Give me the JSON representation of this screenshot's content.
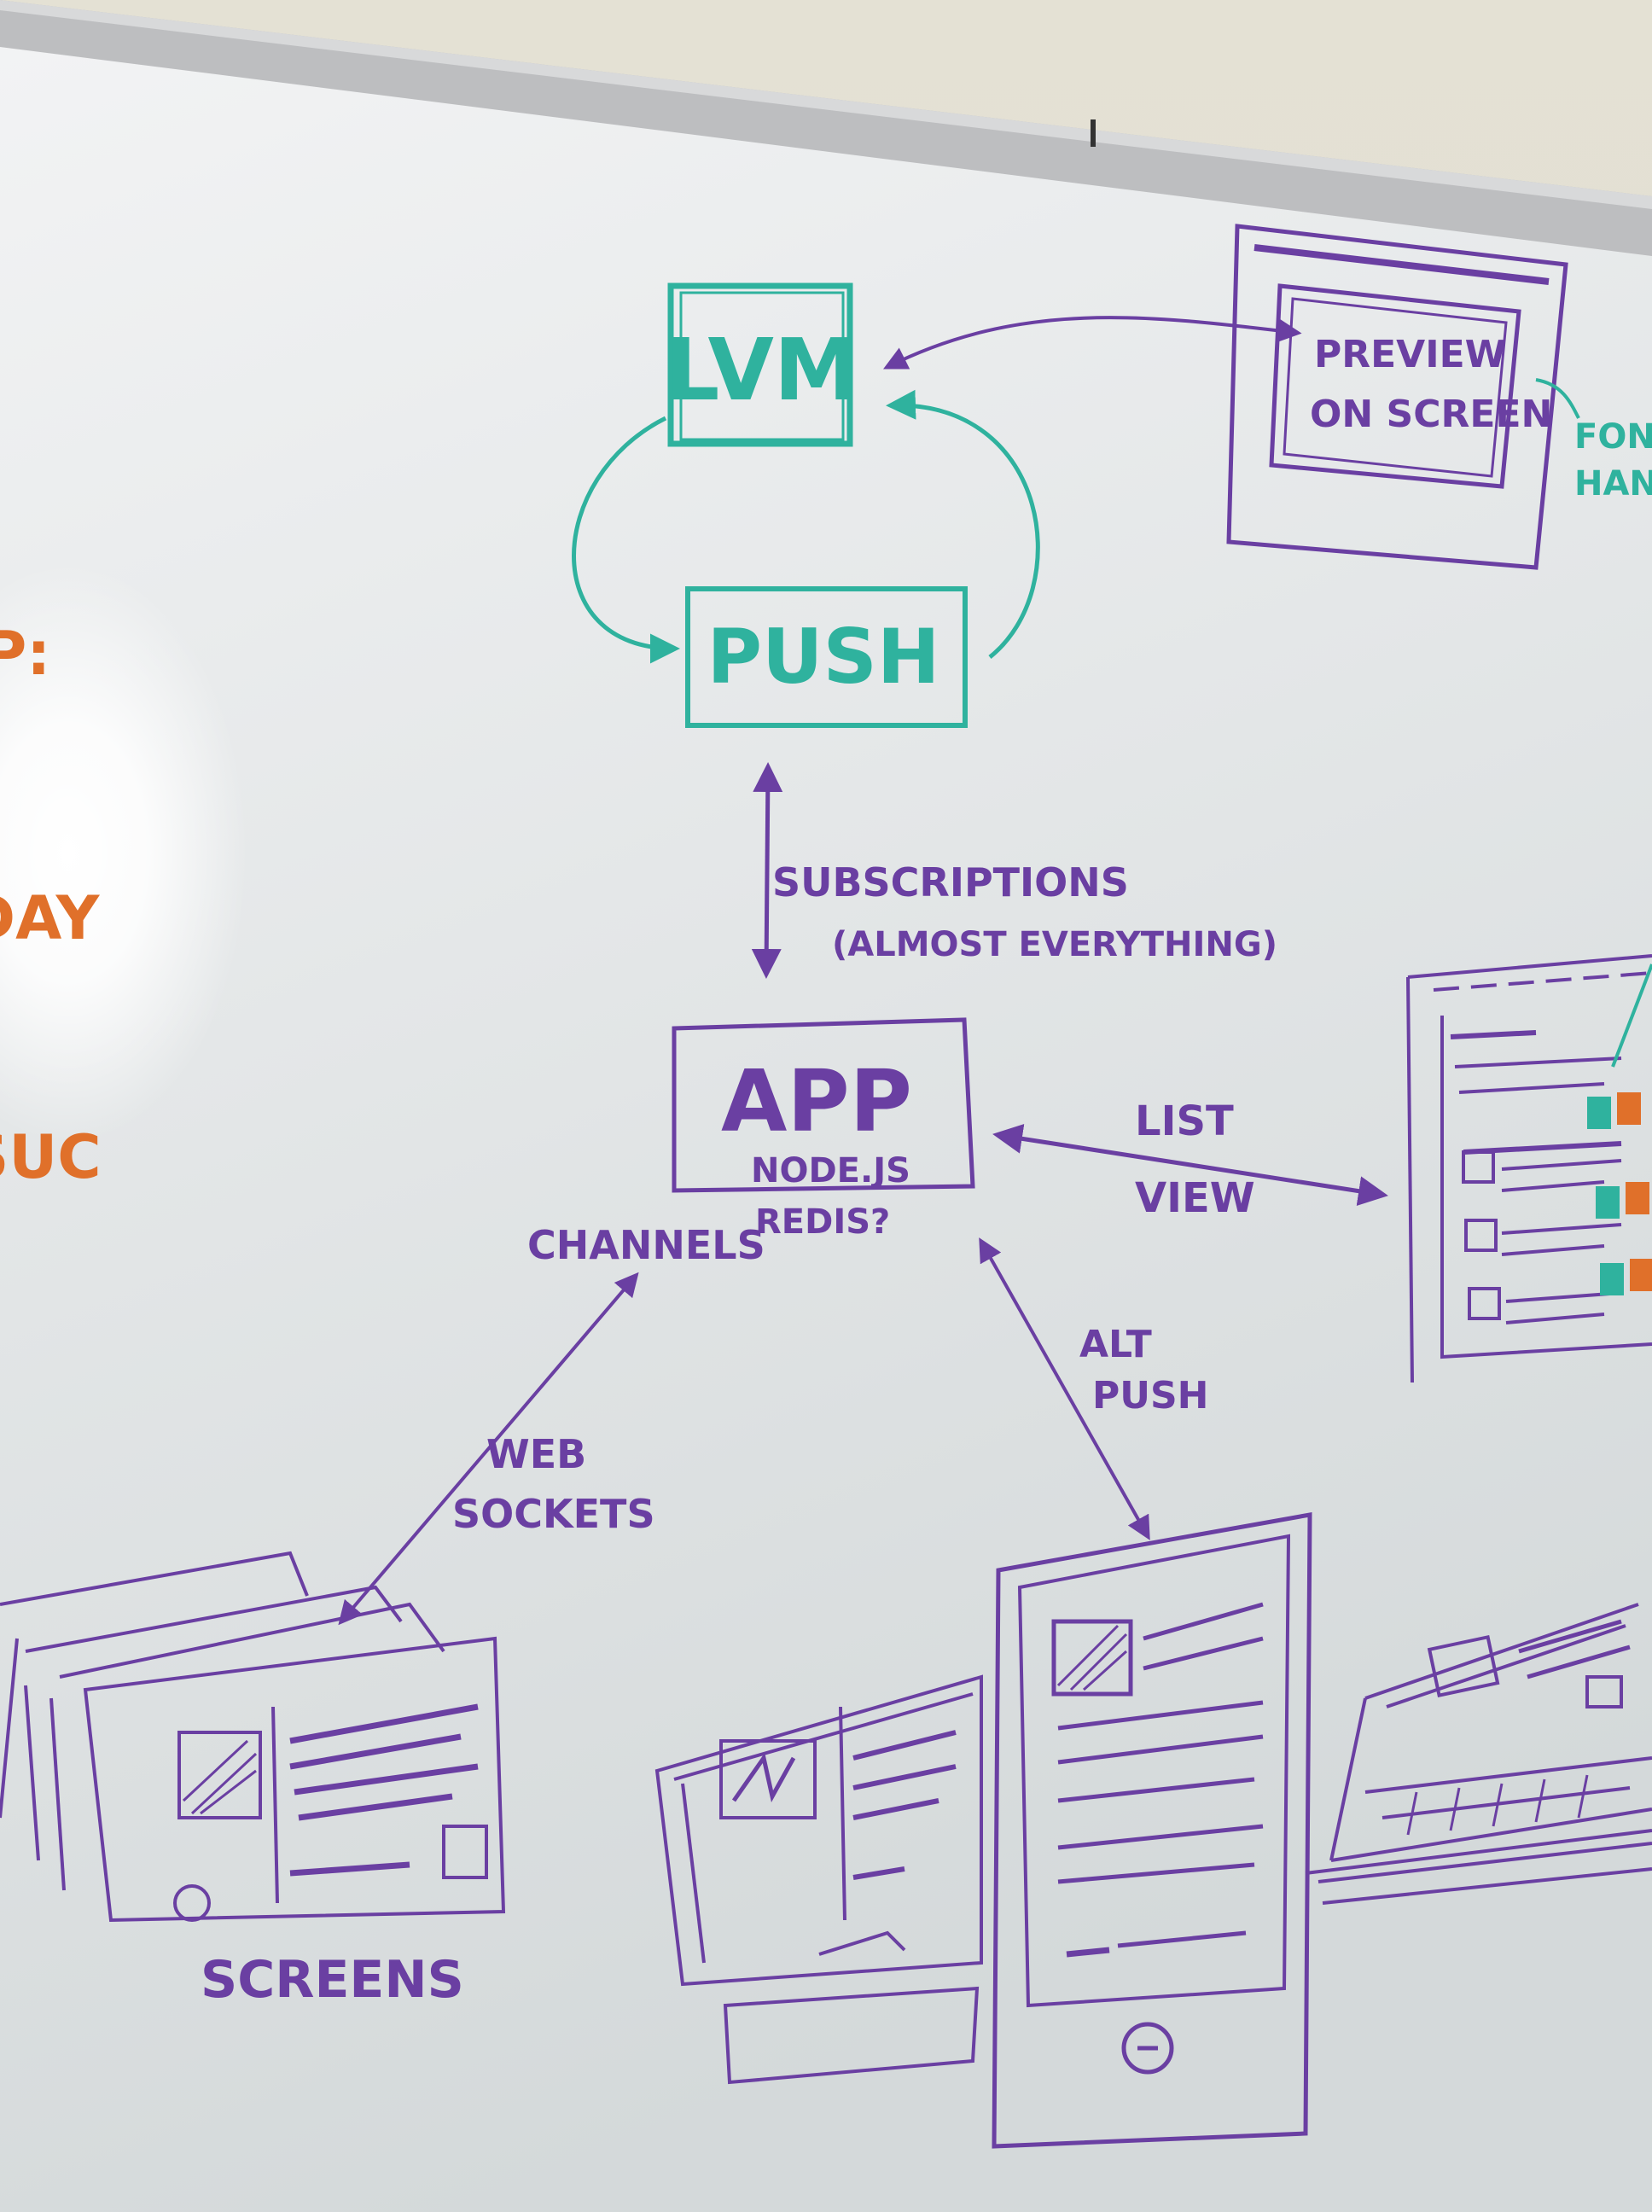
{
  "colors": {
    "purple": "#6a3fa2",
    "teal": "#2fb29e",
    "orange": "#e0702a",
    "board_top": "#f2f3f4",
    "board_bottom": "#d7dcdd",
    "frame": "#b9babc"
  },
  "diagram": {
    "lvm_label": "LVM",
    "push_label": "PUSH",
    "preview_label_line1": "PREVIEW",
    "preview_label_line2": "ON SCREEN",
    "font_note_line1": "FONT",
    "font_note_line2": "HAND",
    "subscriptions_line1": "SUBSCRIPTIONS",
    "subscriptions_line2": "(ALMOST EVERYTHING)",
    "app_label": "APP",
    "app_sub_line1": "NODE.JS",
    "app_sub_line2": "REDIS?",
    "channels_label": "CHANNELS",
    "list_view_line1": "LIST",
    "list_view_line2": "VIEW",
    "web_sockets_line1": "WEB",
    "web_sockets_line2": "SOCKETS",
    "alt_push_line1": "ALT",
    "alt_push_line2": "PUSH",
    "screens_label": "SCREENS"
  },
  "left_edge_notes": {
    "note1": "P:",
    "note2": "DAY",
    "note3": "SUC"
  }
}
